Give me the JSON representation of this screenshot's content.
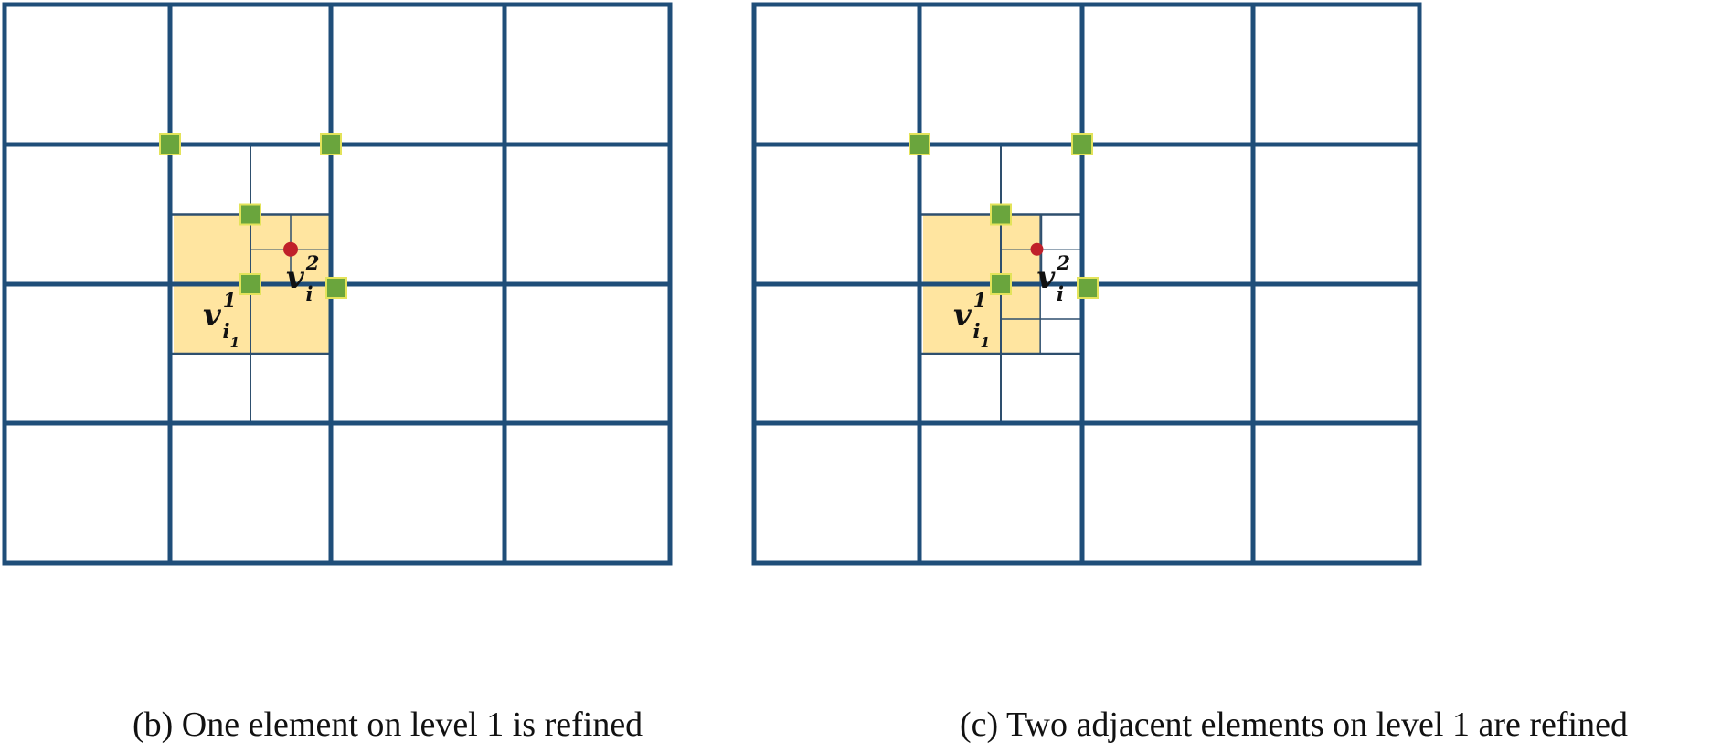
{
  "colors": {
    "coarse_grid": "#1f4e79",
    "fine_grid": "#2e4f6e",
    "refined_fill": "#ffe5a0",
    "anchor_node": "#6aa53d",
    "anchor_border": "#e3e35a",
    "eval_point": "#c0202a"
  },
  "panels": [
    {
      "id": "b",
      "caption": "(b) One element on level 1 is refined",
      "label_v1": {
        "base": "v",
        "sup": "1",
        "sub": "i",
        "subsub": "1"
      },
      "label_v2": {
        "base": "v",
        "sup": "2",
        "sub": "i"
      }
    },
    {
      "id": "c",
      "caption": "(c) Two adjacent elements on level 1 are refined",
      "label_v1": {
        "base": "v",
        "sup": "1",
        "sub": "i",
        "subsub": "1"
      },
      "label_v2": {
        "base": "v",
        "sup": "2",
        "sub": "i"
      }
    }
  ]
}
